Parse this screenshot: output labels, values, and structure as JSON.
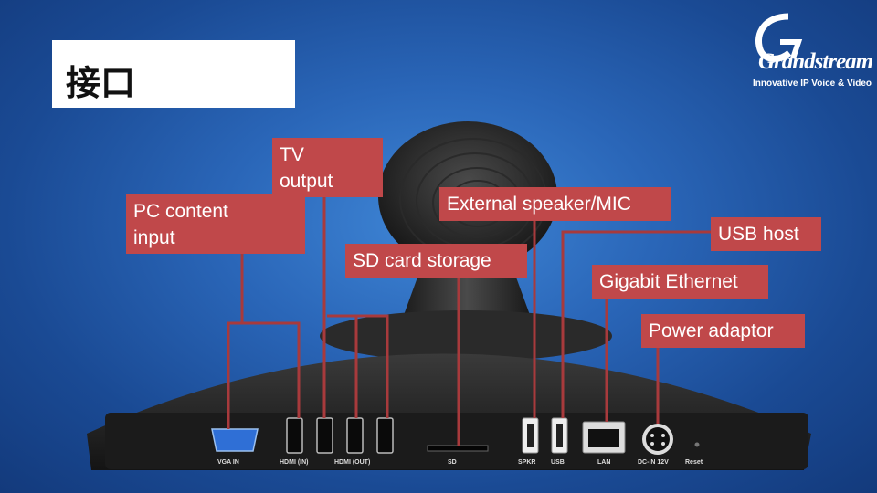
{
  "title": "接口",
  "logo": {
    "brand": "Grandstream",
    "tagline": "Innovative IP Voice & Video"
  },
  "labels": {
    "pc_content_input": "PC content\ninput",
    "tv_output": "TV\noutput",
    "sd_card_storage": "SD card storage",
    "external_speaker_mic": "External speaker/MIC",
    "usb_host": "USB host",
    "gigabit_ethernet": "Gigabit Ethernet",
    "power_adaptor": "Power adaptor"
  },
  "ports": {
    "vga_in": "VGA IN",
    "hdmi_in": "HDMI (IN)",
    "hdmi_out": "HDMI (OUT)",
    "sd": "SD",
    "spkr": "SPKR",
    "usb": "USB",
    "lan": "LAN",
    "dc_in": "DC-IN 12V",
    "reset": "Reset"
  },
  "colors": {
    "label_bg": "#c0484a",
    "line": "#a83a3c"
  }
}
